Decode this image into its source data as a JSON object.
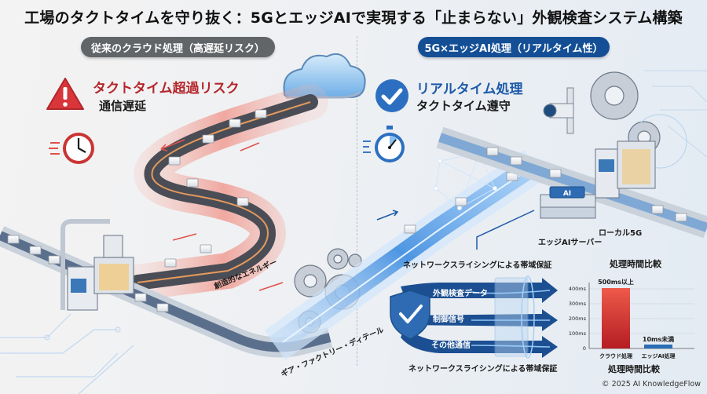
{
  "title": "工場のタクトタイムを守り抜く：5GとエッジAIで実現する「止まらない」外観検査システム構築",
  "left_panel": {
    "pill_label": "従来のクラウド処理（高遅延リスク）",
    "alert_title": "タクトタイム超過リスク",
    "alert_sub": "通信遅延",
    "icons": [
      "warning-triangle-icon",
      "clock-icon",
      "cloud-icon"
    ],
    "art_labels": {
      "creative_energy": "創造的なエネルギー",
      "gear_factory_detail": "ギア・ファクトリー・ディテール"
    }
  },
  "right_panel": {
    "pill_label": "5G×エッジAI処理（リアルタイム性）",
    "ok_title": "リアルタイム処理",
    "ok_sub": "タクトタイム遵守",
    "icons": [
      "checkmark-circle-icon",
      "stopwatch-icon",
      "camera-icon",
      "ai-chip-icon",
      "shield-check-icon"
    ],
    "server_label": "エッジAIサーバー",
    "server_chip_text": "AI",
    "local5g_label": "ローカル5G",
    "slicing_label_top": "ネットワークスライシングによる帯域保証",
    "slicing_label_bottom": "ネットワークスライシングによる帯域保証",
    "slicing_lanes": [
      "外観検査データ",
      "制御信号",
      "その他通信"
    ]
  },
  "colors": {
    "risk_red": "#b3262b",
    "ok_blue": "#1d5aa8",
    "pill_gray": "#626568",
    "pill_blue": "#144f96",
    "bar_cloud": "#cf2a2a",
    "bar_edge": "#2a6db5"
  },
  "chart_data": {
    "type": "bar",
    "title": "処理時間比較",
    "title_top": "処理時間比較",
    "categories": [
      "クラウド処理",
      "エッジAI処理"
    ],
    "values": [
      400,
      10
    ],
    "data_labels": [
      "500ms以上",
      "10ms未満"
    ],
    "xlabel": "",
    "ylabel": "",
    "yticks": [
      "0",
      "100ms",
      "200ms",
      "300ms",
      "400ms"
    ],
    "ylim": [
      0,
      400
    ],
    "grid": true,
    "colors": [
      "#cf2a2a",
      "#2a6db5"
    ]
  },
  "footer": {
    "copyright": "© 2025 AI KnowledgeFlow"
  }
}
